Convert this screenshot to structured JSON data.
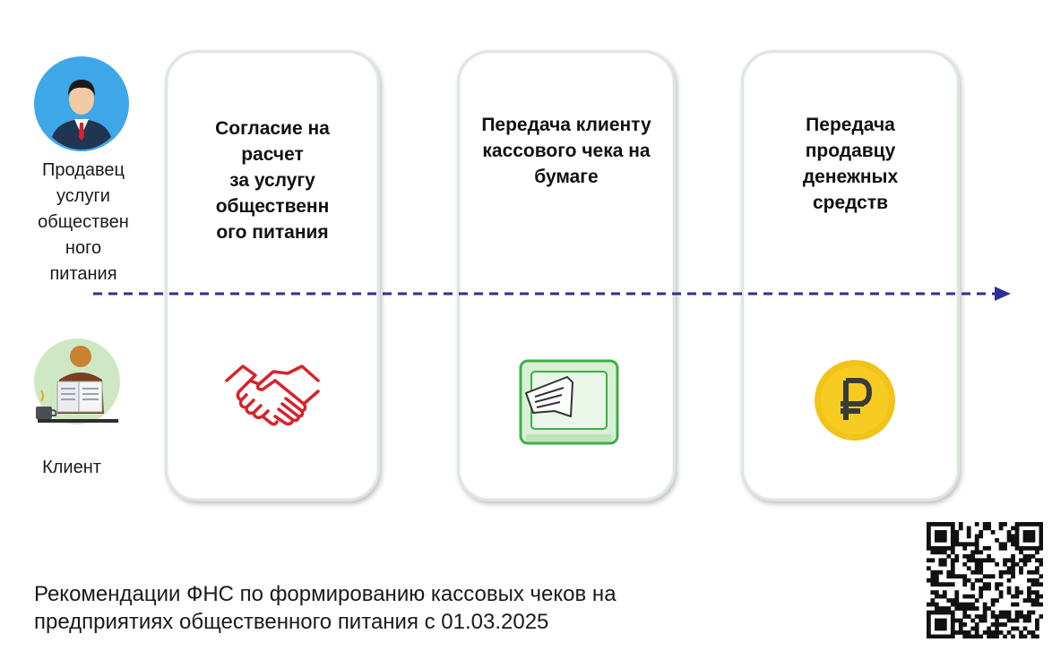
{
  "actors": {
    "seller": {
      "label": "Продавец\nуслуги\nобществен\nного\nпитания",
      "icon": "businessman-avatar-icon"
    },
    "client": {
      "label": "Клиент",
      "icon": "reading-client-avatar-icon"
    }
  },
  "steps": [
    {
      "title": "Согласие на\nрасчет\nза услугу\nобщественн\nого питания",
      "icon": "handshake-icon"
    },
    {
      "title": "Передача клиенту\nкассового чека на\nбумаге",
      "icon": "receipt-printer-icon"
    },
    {
      "title": "Передача\nпродавцу\nденежных\nсредств",
      "icon": "ruble-coin-icon"
    }
  ],
  "footer": {
    "text": "Рекомендации ФНС по формированию кассовых чеков на\nпредприятиях общественного питания с 01.03.2025"
  },
  "qr": {
    "icon": "qr-code-icon"
  },
  "colors": {
    "arrow": "#2e3192",
    "handshake": "#d6232a",
    "printer": "#3cb043",
    "coin": "#f2c318",
    "seller_avatar_bg": "#3ea7e8",
    "client_avatar_bg": "#cfe8c4"
  }
}
